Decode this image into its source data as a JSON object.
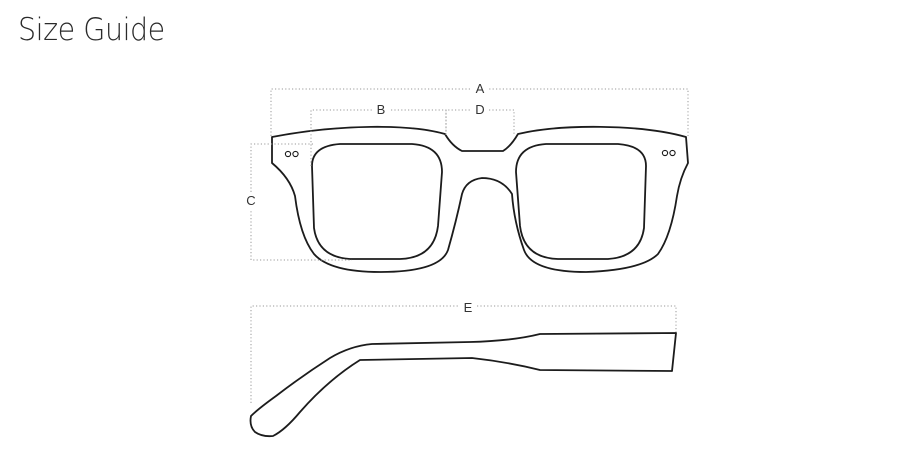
{
  "title": "Size Guide",
  "dimensions": {
    "a": "A",
    "b": "B",
    "c": "C",
    "d": "D",
    "e": "E"
  },
  "colors": {
    "line": "#1c1c1c",
    "dimension": "#9a9a9a",
    "text": "#2a2a2a"
  }
}
